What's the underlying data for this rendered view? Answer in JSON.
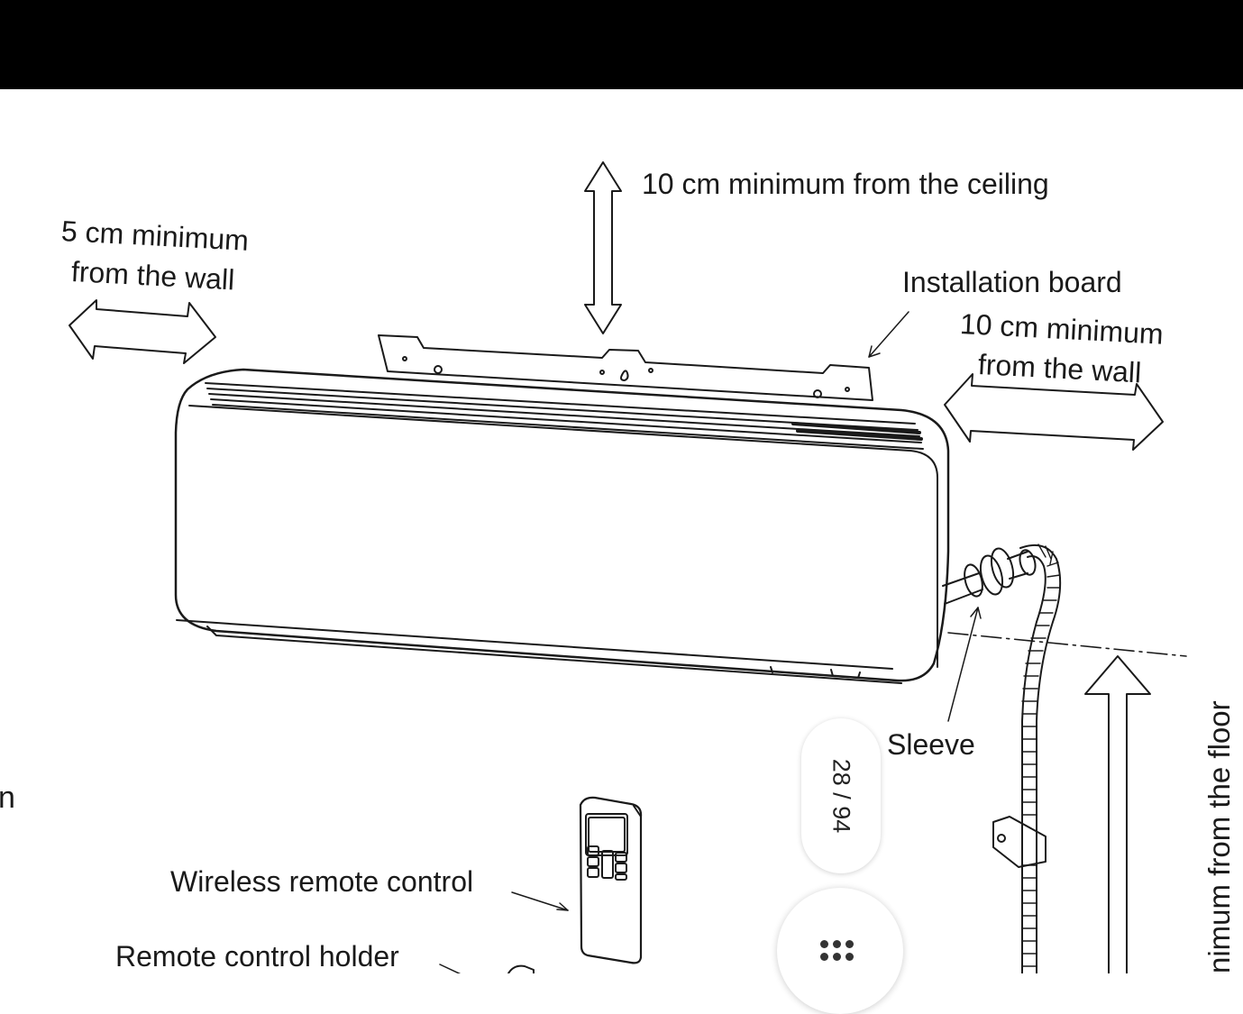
{
  "labels": {
    "ceiling": "10 cm minimum from the ceiling",
    "left_wall_line1": "5 cm minimum",
    "left_wall_line2": "from the wall",
    "installation_board": "Installation board",
    "right_wall_line1": "10 cm minimum",
    "right_wall_line2": "from the wall",
    "sleeve": "Sleeve",
    "floor": "nimum from the floor",
    "remote": "Wireless remote control",
    "holder": "Remote control holder",
    "edge_fragment": "n"
  },
  "viewer": {
    "page_indicator": "28 / 94",
    "current_page": 28,
    "total_pages": 94
  },
  "icons": {
    "apps_button": "apps-grid-icon"
  },
  "colors": {
    "top_bar": "#000000",
    "line": "#1a1a1a",
    "background": "#ffffff"
  }
}
